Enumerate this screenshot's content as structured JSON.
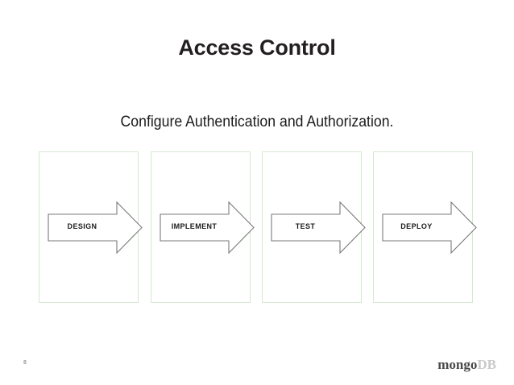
{
  "slide": {
    "title": "Access Control",
    "subtitle": "Configure Authentication and Authorization.",
    "page_number": "8",
    "background_color": "#ffffff",
    "title_color": "#231f20",
    "card_border_color": "#d5e8d0",
    "arrow_stroke_color": "#7a7a7a",
    "arrow_fill_color": "#ffffff"
  },
  "stages": [
    {
      "label": "DESIGN"
    },
    {
      "label": "IMPLEMENT"
    },
    {
      "label": "TEST"
    },
    {
      "label": "DEPLOY"
    }
  ],
  "footer": {
    "brand_primary": "mongo",
    "brand_secondary": "DB",
    "brand_primary_color": "#4a4a4a",
    "brand_secondary_color": "#c9c9c9"
  }
}
